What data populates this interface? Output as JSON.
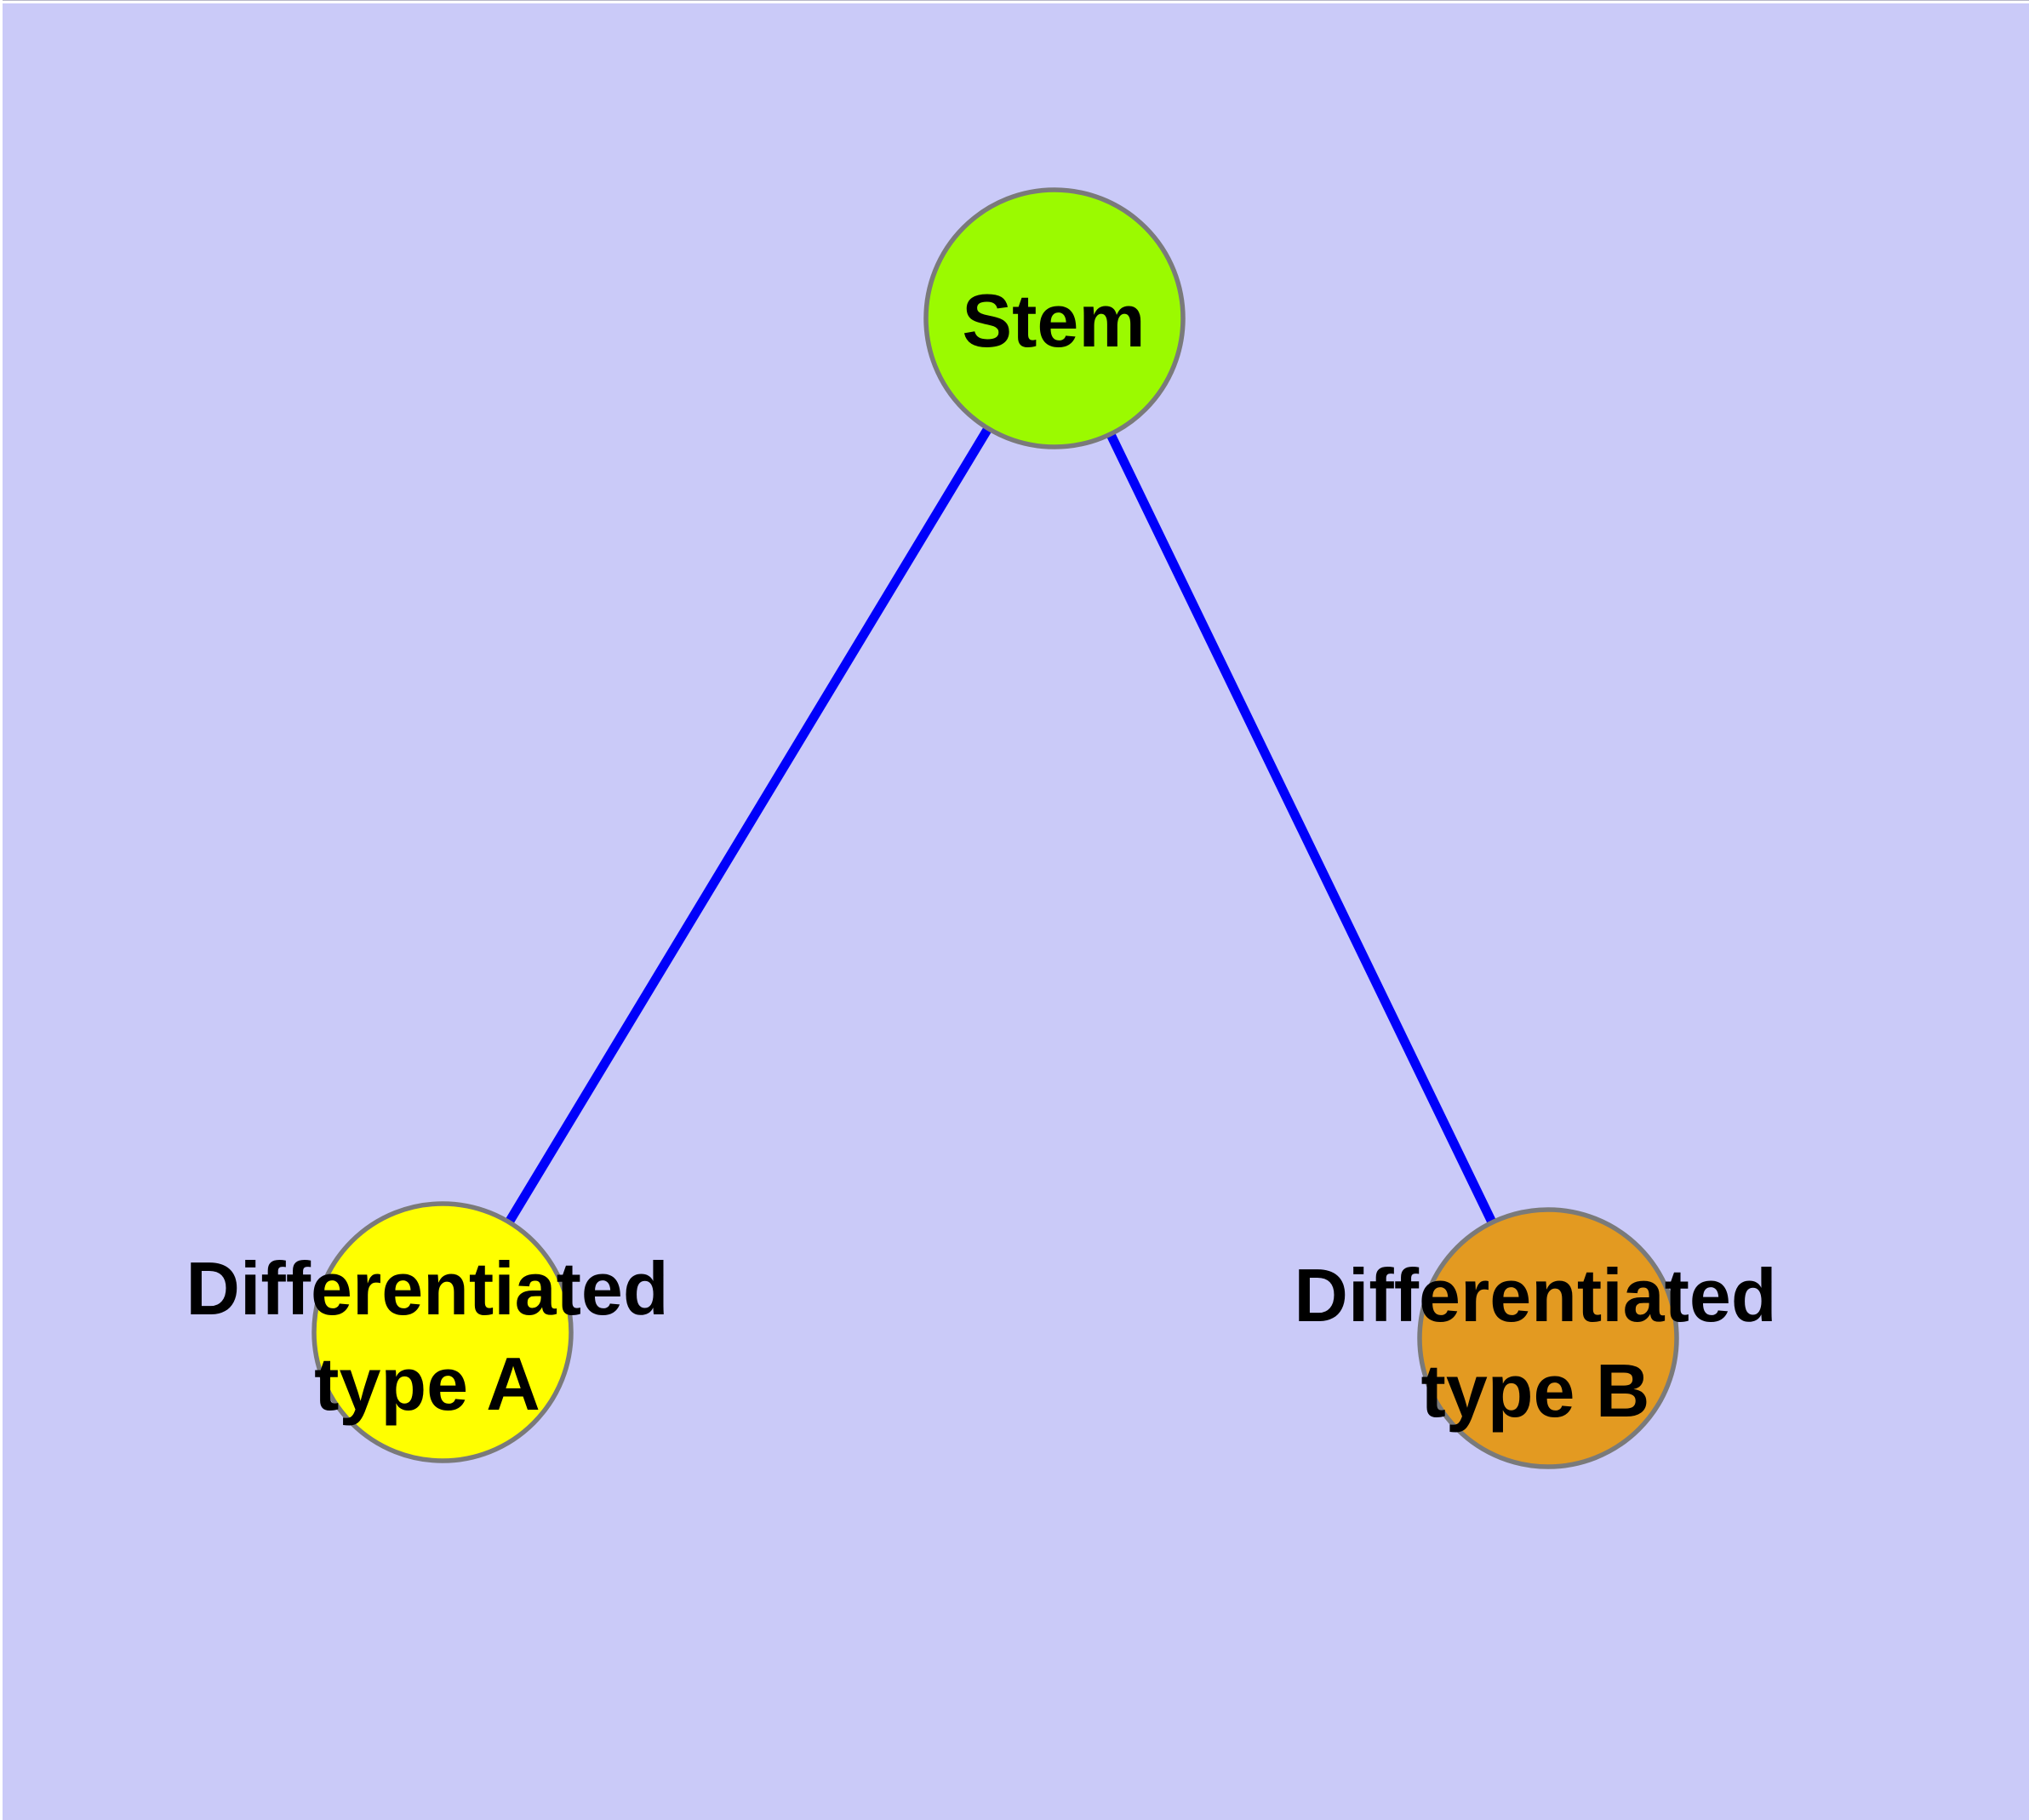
{
  "diagram": {
    "background_color": "#CACAF8",
    "margin_color": "#FFFFFF",
    "edge_color": "#0000FA",
    "node_border_color": "#7A7A7A",
    "text_color": "#000000",
    "nodes": {
      "stem": {
        "label": "Stem",
        "fill": "#9BFA00"
      },
      "type_a": {
        "lines": {
          "line1": "Differentiated",
          "line2": "type A"
        },
        "fill": "#FFFF00"
      },
      "type_b": {
        "lines": {
          "line1": "Differentiated",
          "line2": "type B"
        },
        "fill": "#E39A21"
      }
    },
    "edges": [
      {
        "from": "Stem",
        "to": "Differentiated type A"
      },
      {
        "from": "Stem",
        "to": "Differentiated type B"
      }
    ]
  }
}
